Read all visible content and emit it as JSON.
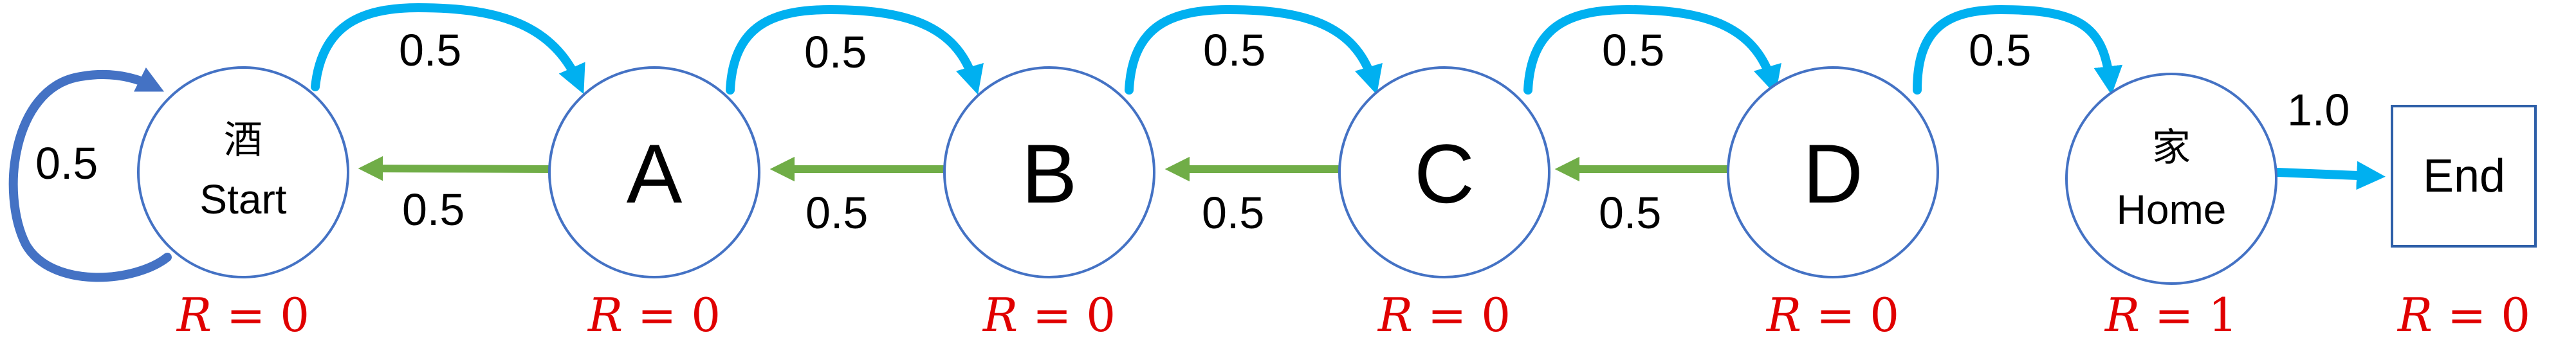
{
  "nodes": {
    "start": {
      "glyph": "酒",
      "label": "Start",
      "reward": "R = 0"
    },
    "a": {
      "label": "A",
      "reward": "R = 0"
    },
    "b": {
      "label": "B",
      "reward": "R = 0"
    },
    "c": {
      "label": "C",
      "reward": "R = 0"
    },
    "d": {
      "label": "D",
      "reward": "R = 0"
    },
    "home": {
      "glyph": "家",
      "label": "Home",
      "reward": "R = 1"
    },
    "end": {
      "label": "End",
      "reward": "R = 0"
    }
  },
  "transitions": {
    "self_start": "0.5",
    "start_a": "0.5",
    "a_b": "0.5",
    "b_c": "0.5",
    "c_d": "0.5",
    "d_home": "0.5",
    "a_start": "0.5",
    "b_a": "0.5",
    "c_b": "0.5",
    "d_c": "0.5",
    "home_end": "1.0"
  },
  "colors": {
    "forward_arrow": "#00B0F0",
    "backward_arrow": "#70AD47",
    "self_loop": "#4472C4",
    "node_border": "#4472C4",
    "reward_text": "#E00000"
  }
}
